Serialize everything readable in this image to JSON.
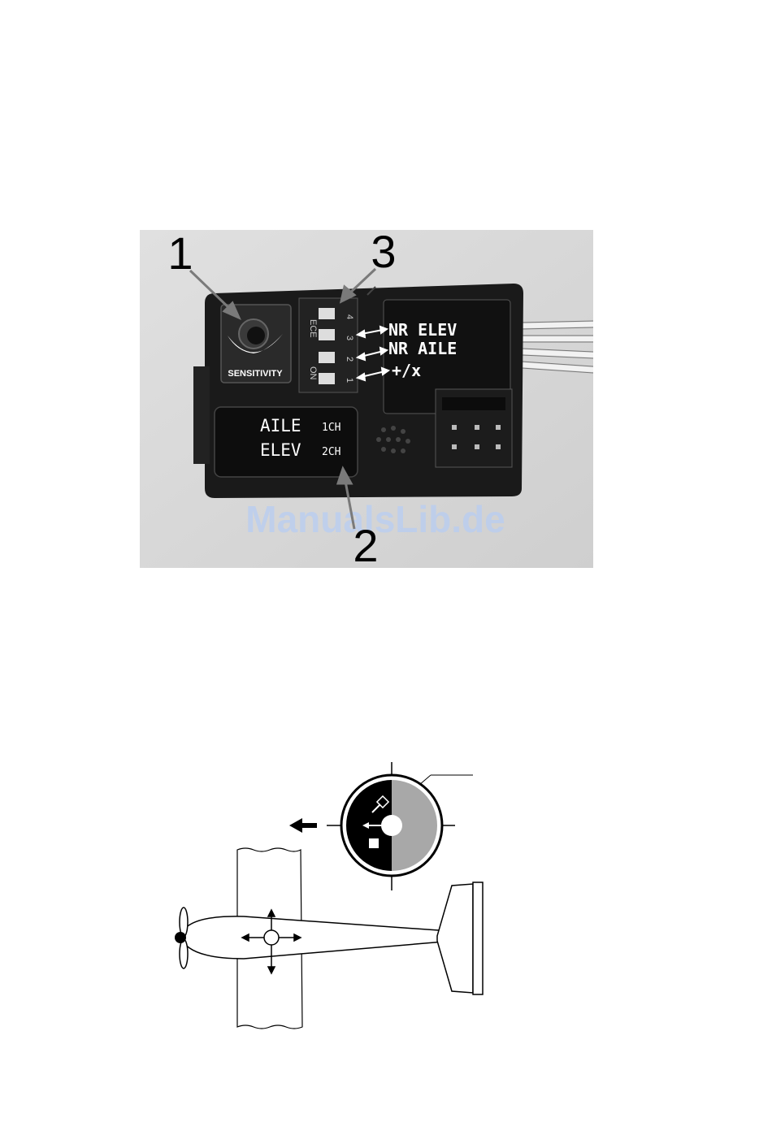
{
  "photo": {
    "callouts": [
      "1",
      "2",
      "3"
    ],
    "knob_label": "SENSITIVITY",
    "dip_header_top": "ECE",
    "dip_header_bottom": "ON",
    "dip_numbers": [
      "4",
      "3",
      "2",
      "1"
    ],
    "switch_labels": [
      "NR ELEV",
      "NR AILE",
      "+/x"
    ],
    "channel_rows": [
      {
        "name": "AILE",
        "ch": "1CH"
      },
      {
        "name": "ELEV",
        "ch": "2CH"
      }
    ],
    "watermark": "ManualsLib.de"
  },
  "colors": {
    "photo_background": "#d6d6d6",
    "unit_body": "#1a1a1a",
    "watermark": "#b9cdf0",
    "gyro_gray": "#a8a8a8"
  }
}
